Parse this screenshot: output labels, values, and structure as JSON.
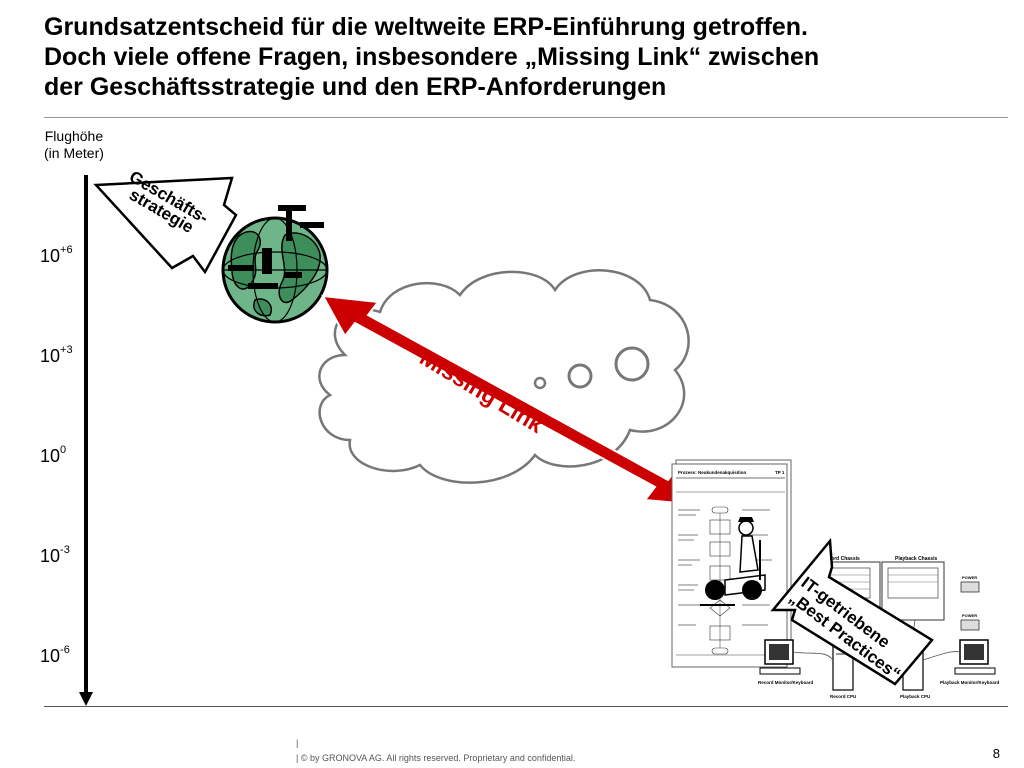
{
  "title": {
    "line1": "Grundsatzentscheid für die weltweite ERP-Einführung getroffen.",
    "line2": "Doch viele offene Fragen, insbesondere „Missing Link“ zwischen",
    "line3": "der Geschäftsstrategie und den ERP-Anforderungen"
  },
  "axis": {
    "title_line1": "Flughöhe",
    "title_line2": "(in Meter)",
    "ticks": [
      {
        "base": "10",
        "exp": "+6"
      },
      {
        "base": "10",
        "exp": "+3"
      },
      {
        "base": "10",
        "exp": "0"
      },
      {
        "base": "10",
        "exp": "-3"
      },
      {
        "base": "10",
        "exp": "-6"
      }
    ]
  },
  "labels": {
    "strategy_line1": "Geschäfts-",
    "strategy_line2": "strategie",
    "missing_link": "Missing Link",
    "it_line1": "IT-getriebene",
    "it_line2": "„Best Practices“"
  },
  "document_thumb": {
    "title": "Prozess: Neukundenakquisition",
    "code": "TP 1"
  },
  "hardware_labels": {
    "record_chassis": "Record Chassis",
    "playback_chassis": "Playback Chassis",
    "record_monitor": "Record Monitor/Keyboard",
    "record_cpu": "Record CPU",
    "playback_cpu": "Playback CPU",
    "playback_monitor": "Playback Monitor/Keyboard",
    "power1": "POWER",
    "power2": "POWER"
  },
  "colors": {
    "arrow_red": "#cc0000",
    "missing_link_text": "#cc0000",
    "globe_fill": "#5aa57a"
  },
  "footer": {
    "bar": "|",
    "copyright": "| © by GRONOVA AG. All rights reserved. Proprietary and confidential.",
    "page": "8"
  }
}
